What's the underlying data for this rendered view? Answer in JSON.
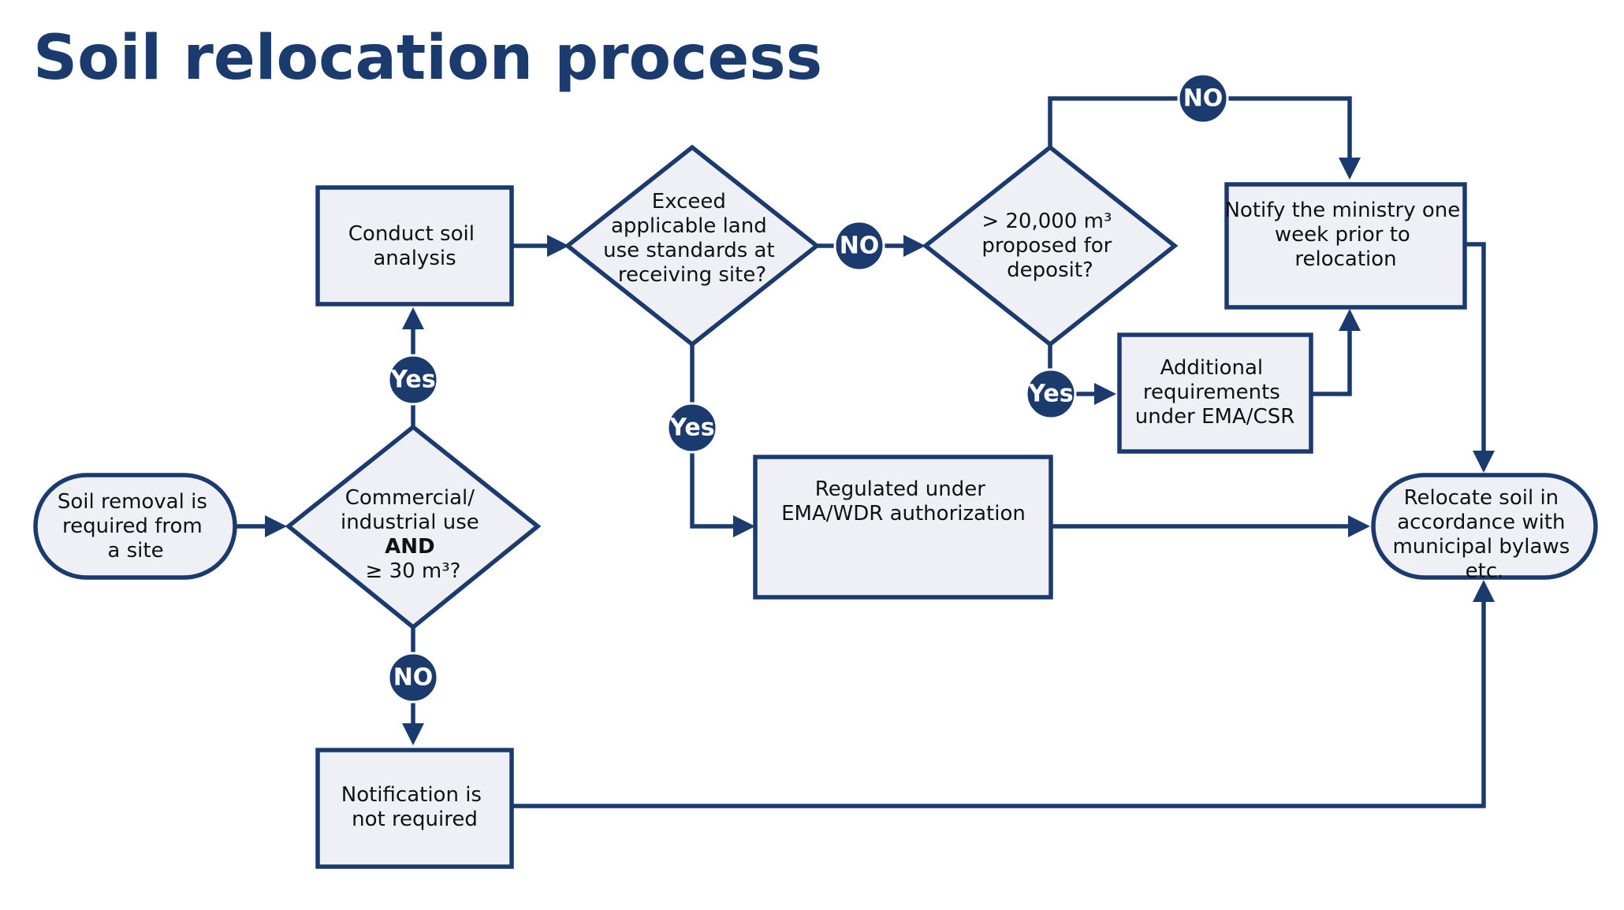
{
  "title": "Soil relocation process",
  "nodes": {
    "start": [
      "Soil removal is",
      "required from",
      "a site"
    ],
    "decision_use": [
      "Commercial/",
      "industrial use",
      "AND",
      "≥ 30 m³?"
    ],
    "conduct": [
      "Conduct soil",
      "analysis"
    ],
    "decision_exceed": [
      "Exceed",
      "applicable land",
      "use standards at",
      "receiving site?"
    ],
    "decision_volume": [
      "> 20,000 m³",
      "proposed for",
      "deposit?"
    ],
    "notify_ministry": [
      "Notify the ministry one",
      "week prior to",
      "relocation"
    ],
    "additional": [
      "Additional",
      "requirements",
      "under EMA/CSR"
    ],
    "regulated": [
      "Regulated under",
      "EMA/WDR authorization"
    ],
    "relocate": [
      "Relocate soil in",
      "accordance with",
      "municipal bylaws",
      "etc."
    ],
    "not_required": [
      "Notification is",
      "not required"
    ]
  },
  "badges": {
    "yes": "Yes",
    "no": "NO"
  },
  "colors": {
    "primary": "#1b3a6e",
    "fill": "#eef0f6",
    "text": "#111111",
    "background": "#ffffff"
  }
}
